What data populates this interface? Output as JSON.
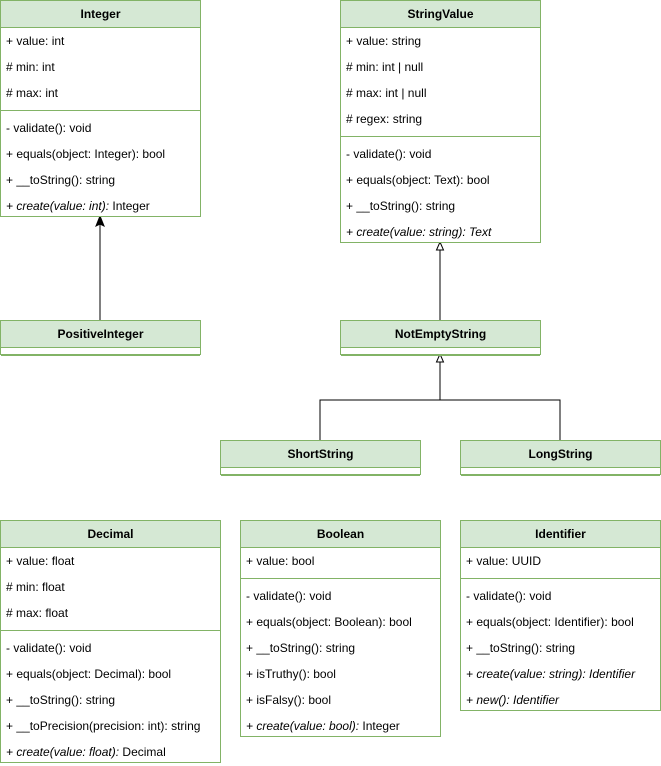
{
  "classes": {
    "integer": {
      "name": "Integer",
      "attributes": [
        "+ value: int",
        "# min: int",
        "# max: int"
      ],
      "methods": [
        "- validate(): void",
        "+ equals(object: Integer): bool",
        "+ __toString(): string"
      ],
      "static_method": {
        "italic": "+ create(value: int):",
        "rest": " Integer"
      }
    },
    "string_value": {
      "name": "StringValue",
      "attributes": [
        "+ value: string",
        "# min: int | null",
        "# max: int | null",
        "# regex: string"
      ],
      "methods": [
        "- validate(): void",
        "+ equals(object: Text): bool",
        "+ __toString(): string"
      ],
      "static_method": {
        "italic": "+ create(value: string): Text",
        "rest": ""
      }
    },
    "positive_integer": {
      "name": "PositiveInteger"
    },
    "not_empty_string": {
      "name": "NotEmptyString"
    },
    "short_string": {
      "name": "ShortString"
    },
    "long_string": {
      "name": "LongString"
    },
    "decimal": {
      "name": "Decimal",
      "attributes": [
        "+ value: float",
        "# min: float",
        "# max: float"
      ],
      "methods": [
        "- validate(): void",
        "+ equals(object: Decimal): bool",
        "+ __toString(): string",
        "+ __toPrecision(precision: int): string"
      ],
      "static_method": {
        "italic": "+ create(value: float):",
        "rest": " Decimal"
      }
    },
    "boolean": {
      "name": "Boolean",
      "attributes": [
        "+ value: bool"
      ],
      "methods": [
        "- validate(): void",
        "+ equals(object: Boolean): bool",
        "+ __toString(): string",
        "+ isTruthy(): bool",
        "+ isFalsy(): bool"
      ],
      "static_method": {
        "italic": "+ create(value: bool):",
        "rest": " Integer"
      }
    },
    "identifier": {
      "name": "Identifier",
      "attributes": [
        "+ value: UUID"
      ],
      "methods": [
        "- validate(): void",
        "+ equals(object: Identifier): bool",
        "+ __toString(): string"
      ],
      "static_methods": [
        "+ create(value: string): Identifier",
        "+ new(): Identifier"
      ]
    }
  },
  "colors": {
    "header_fill": "#d5e8d4",
    "border": "#82b366",
    "edge": "#000000"
  }
}
